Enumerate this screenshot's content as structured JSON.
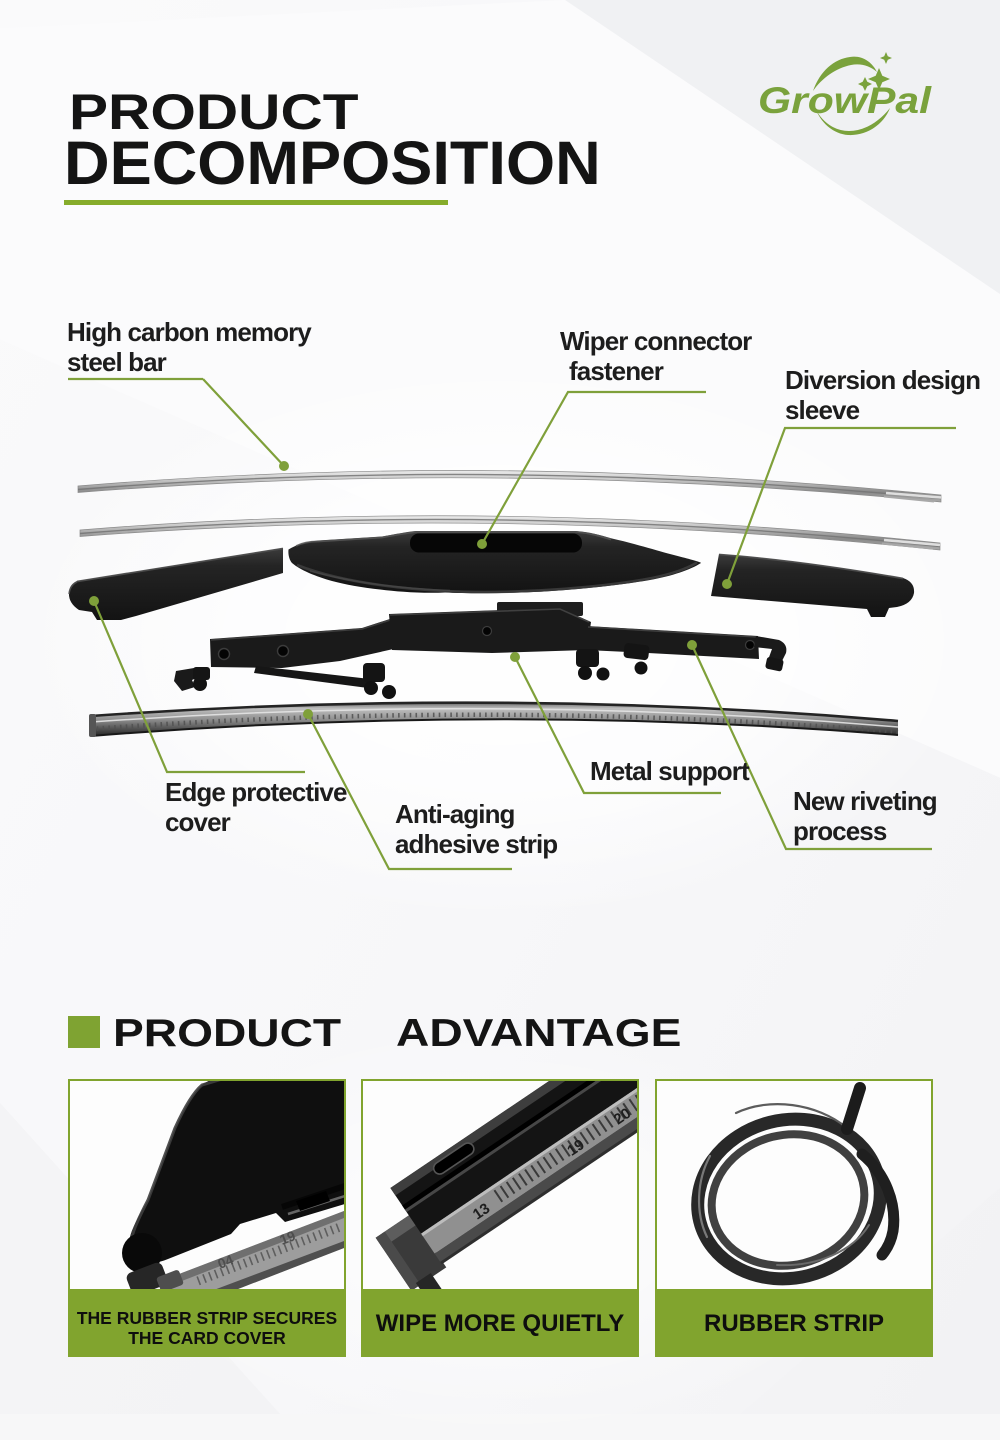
{
  "header": {
    "title_line1": "PRODUCT",
    "title_line2": "DECOMPOSITION"
  },
  "logo": {
    "name": "GrowPal"
  },
  "diagram": {
    "labels": {
      "steel_bar": {
        "line1": "High carbon memory",
        "line2": "steel bar"
      },
      "connector": {
        "line1": "Wiper connector",
        "line2": "fastener"
      },
      "sleeve": {
        "line1": "Diversion design",
        "line2": "sleeve"
      },
      "edge_cover": {
        "line1": "Edge protective",
        "line2": "cover"
      },
      "adhesive": {
        "line1": "Anti-aging",
        "line2": "adhesive strip"
      },
      "metal_support": {
        "line1": "Metal support"
      },
      "riveting": {
        "line1": "New riveting",
        "line2": "process"
      }
    }
  },
  "advantage": {
    "heading": "PRODUCT ADVANTAGE",
    "cards": [
      {
        "caption_line1": "THE RUBBER STRIP SECURES",
        "caption_line2": "THE CARD COVER",
        "image": "wiper-end-cap-closeup",
        "markings": {
          "m1": "04",
          "m2": "19"
        }
      },
      {
        "caption_line1": "WIPE MORE QUIETLY",
        "image": "wiper-strip-profile-closeup",
        "markings": {
          "m1": "13",
          "m2": "19",
          "m3": "20"
        }
      },
      {
        "caption_line1": "RUBBER STRIP",
        "image": "rubber-strip-coil"
      }
    ]
  },
  "colors": {
    "accent_green": "#7fa03a",
    "band_green": "#81a42e",
    "logo_green": "#7aa23c",
    "text_dark": "#1d1d1d"
  }
}
